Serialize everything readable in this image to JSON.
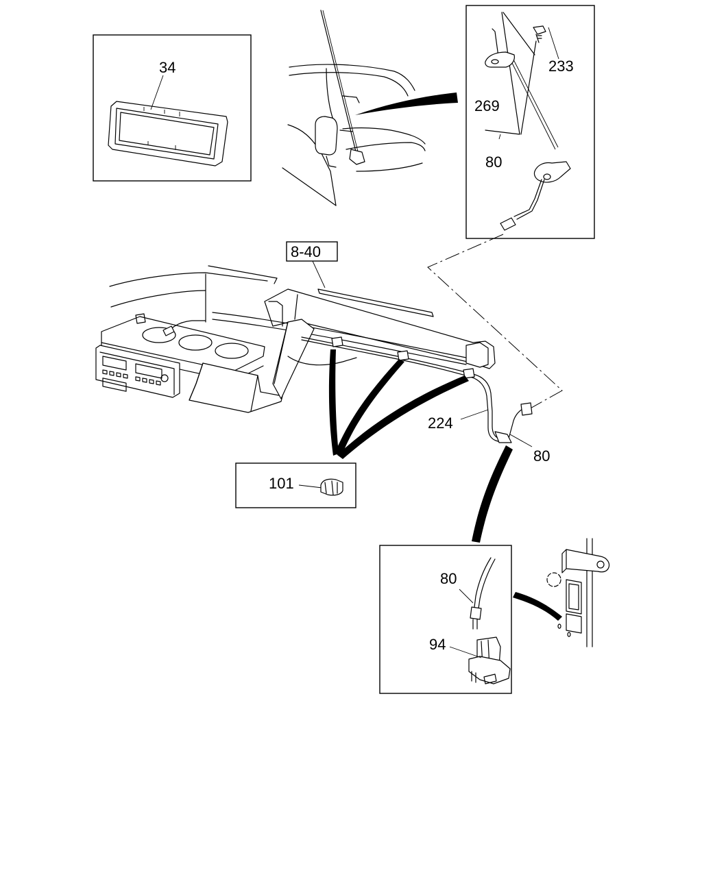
{
  "callouts": {
    "c34": "34",
    "c233": "233",
    "c269": "269",
    "c80_top": "80",
    "c8_40": "8-40",
    "c224": "224",
    "c80_mid": "80",
    "c101": "101",
    "c80_bottom": "80",
    "c94": "94"
  }
}
